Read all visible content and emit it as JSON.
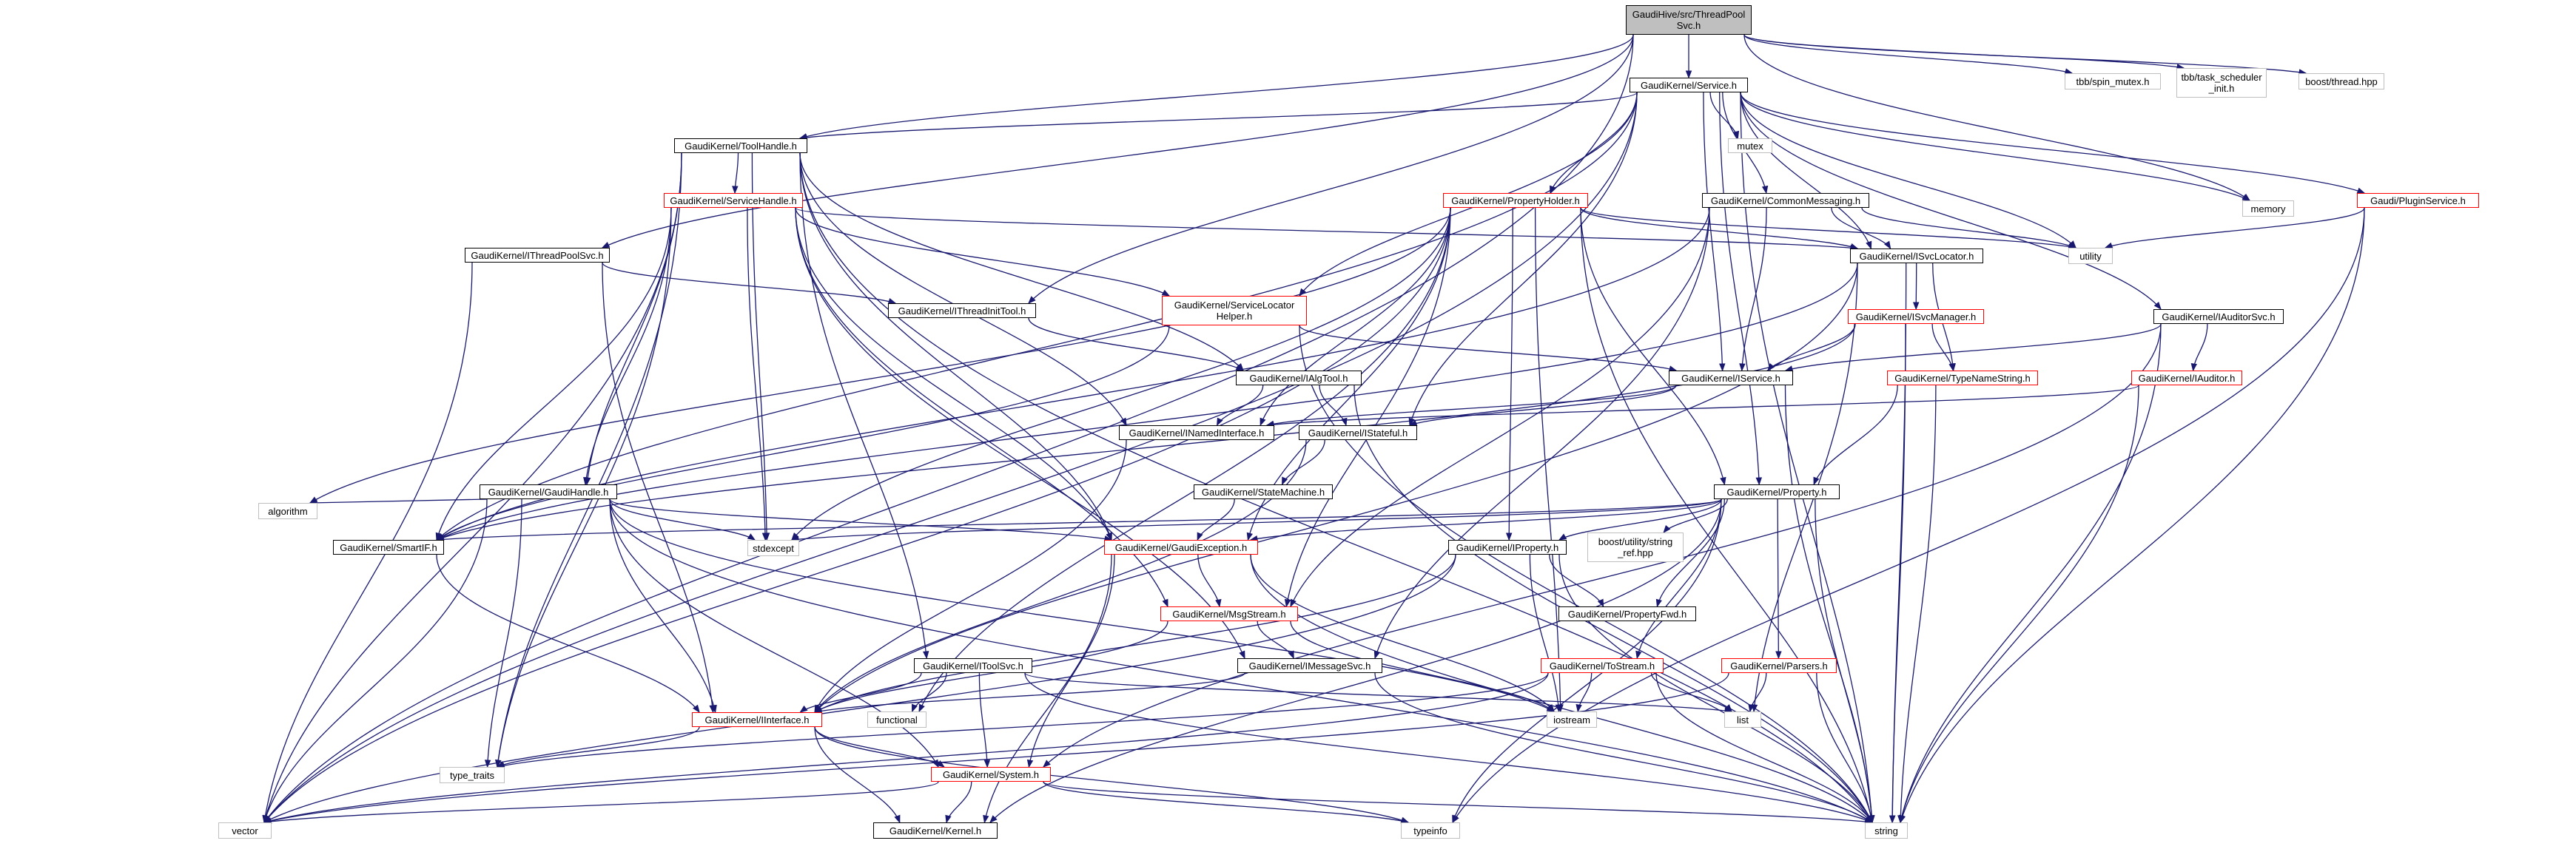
{
  "colors": {
    "edge": "#191970",
    "focus_fill": "#bfbfbf",
    "node_border": "#000000",
    "incomplete_border": "#ff0000",
    "external_border": "#bfbfbf"
  },
  "nodes": [
    {
      "id": "threadpool",
      "label": "GaudiHive/src/ThreadPool\nSvc.h",
      "style": "focus"
    },
    {
      "id": "service",
      "label": "GaudiKernel/Service.h",
      "style": "normal"
    },
    {
      "id": "tbb_spin",
      "label": "tbb/spin_mutex.h",
      "style": "external"
    },
    {
      "id": "tbb_task",
      "label": "tbb/task_scheduler\n_init.h",
      "style": "external"
    },
    {
      "id": "boost_thread",
      "label": "boost/thread.hpp",
      "style": "external"
    },
    {
      "id": "toolhandle",
      "label": "GaudiKernel/ToolHandle.h",
      "style": "normal"
    },
    {
      "id": "mutex",
      "label": "mutex",
      "style": "external"
    },
    {
      "id": "pluginservice",
      "label": "Gaudi/PluginService.h",
      "style": "incomplete"
    },
    {
      "id": "servicehandle",
      "label": "GaudiKernel/ServiceHandle.h",
      "style": "incomplete"
    },
    {
      "id": "propertyholder",
      "label": "GaudiKernel/PropertyHolder.h",
      "style": "incomplete"
    },
    {
      "id": "commonmessaging",
      "label": "GaudiKernel/CommonMessaging.h",
      "style": "normal"
    },
    {
      "id": "utility",
      "label": "utility",
      "style": "external"
    },
    {
      "id": "memory",
      "label": "memory",
      "style": "external"
    },
    {
      "id": "ithreadpoolsvc",
      "label": "GaudiKernel/IThreadPoolSvc.h",
      "style": "normal"
    },
    {
      "id": "isvclocator",
      "label": "GaudiKernel/ISvcLocator.h",
      "style": "normal"
    },
    {
      "id": "ithreadinittool",
      "label": "GaudiKernel/IThreadInitTool.h",
      "style": "normal"
    },
    {
      "id": "servicelocatorhelper",
      "label": "GaudiKernel/ServiceLocator\nHelper.h",
      "style": "incomplete"
    },
    {
      "id": "isvcmanager",
      "label": "GaudiKernel/ISvcManager.h",
      "style": "incomplete"
    },
    {
      "id": "iauditorsvc",
      "label": "GaudiKernel/IAuditorSvc.h",
      "style": "normal"
    },
    {
      "id": "ialgtool",
      "label": "GaudiKernel/IAlgTool.h",
      "style": "normal"
    },
    {
      "id": "iservice",
      "label": "GaudiKernel/IService.h",
      "style": "normal"
    },
    {
      "id": "typenamestring",
      "label": "GaudiKernel/TypeNameString.h",
      "style": "incomplete"
    },
    {
      "id": "iauditor",
      "label": "GaudiKernel/IAuditor.h",
      "style": "incomplete"
    },
    {
      "id": "inamedinterface",
      "label": "GaudiKernel/INamedInterface.h",
      "style": "normal"
    },
    {
      "id": "istateful",
      "label": "GaudiKernel/IStateful.h",
      "style": "normal"
    },
    {
      "id": "gaudihandle",
      "label": "GaudiKernel/GaudiHandle.h",
      "style": "normal"
    },
    {
      "id": "statemachine",
      "label": "GaudiKernel/StateMachine.h",
      "style": "normal"
    },
    {
      "id": "property",
      "label": "GaudiKernel/Property.h",
      "style": "normal"
    },
    {
      "id": "algorithm",
      "label": "algorithm",
      "style": "external"
    },
    {
      "id": "smartif",
      "label": "GaudiKernel/SmartIF.h",
      "style": "normal"
    },
    {
      "id": "stdexcept",
      "label": "stdexcept",
      "style": "external"
    },
    {
      "id": "gaudiexception",
      "label": "GaudiKernel/GaudiException.h",
      "style": "incomplete"
    },
    {
      "id": "iproperty",
      "label": "GaudiKernel/IProperty.h",
      "style": "normal"
    },
    {
      "id": "boost_string_ref",
      "label": "boost/utility/string\n_ref.hpp",
      "style": "external"
    },
    {
      "id": "msgstream",
      "label": "GaudiKernel/MsgStream.h",
      "style": "incomplete"
    },
    {
      "id": "propertyfwd",
      "label": "GaudiKernel/PropertyFwd.h",
      "style": "normal"
    },
    {
      "id": "itoolsvc",
      "label": "GaudiKernel/IToolSvc.h",
      "style": "normal"
    },
    {
      "id": "imessagesvc",
      "label": "GaudiKernel/IMessageSvc.h",
      "style": "normal"
    },
    {
      "id": "tostream",
      "label": "GaudiKernel/ToStream.h",
      "style": "incomplete"
    },
    {
      "id": "parsers",
      "label": "GaudiKernel/Parsers.h",
      "style": "incomplete"
    },
    {
      "id": "iostream",
      "label": "iostream",
      "style": "external"
    },
    {
      "id": "list",
      "label": "list",
      "style": "external"
    },
    {
      "id": "functional",
      "label": "functional",
      "style": "external"
    },
    {
      "id": "iinterface",
      "label": "GaudiKernel/IInterface.h",
      "style": "incomplete"
    },
    {
      "id": "type_traits",
      "label": "type_traits",
      "style": "external"
    },
    {
      "id": "system",
      "label": "GaudiKernel/System.h",
      "style": "incomplete"
    },
    {
      "id": "vector",
      "label": "vector",
      "style": "external"
    },
    {
      "id": "kernel",
      "label": "GaudiKernel/Kernel.h",
      "style": "normal"
    },
    {
      "id": "typeinfo",
      "label": "typeinfo",
      "style": "external"
    },
    {
      "id": "string",
      "label": "string",
      "style": "external"
    }
  ],
  "edges": [
    [
      "threadpool",
      "service"
    ],
    [
      "threadpool",
      "tbb_spin"
    ],
    [
      "threadpool",
      "tbb_task"
    ],
    [
      "threadpool",
      "boost_thread"
    ],
    [
      "threadpool",
      "toolhandle"
    ],
    [
      "threadpool",
      "ithreadpoolsvc"
    ],
    [
      "threadpool",
      "ithreadinittool"
    ],
    [
      "threadpool",
      "vector"
    ],
    [
      "threadpool",
      "memory"
    ],
    [
      "service",
      "toolhandle"
    ],
    [
      "service",
      "mutex"
    ],
    [
      "service",
      "pluginservice"
    ],
    [
      "service",
      "propertyholder"
    ],
    [
      "service",
      "commonmessaging"
    ],
    [
      "service",
      "isvclocator"
    ],
    [
      "service",
      "servicelocatorhelper"
    ],
    [
      "service",
      "iservice"
    ],
    [
      "service",
      "istateful"
    ],
    [
      "service",
      "iauditorsvc"
    ],
    [
      "service",
      "property"
    ],
    [
      "service",
      "smartif"
    ],
    [
      "service",
      "vector"
    ],
    [
      "service",
      "string"
    ],
    [
      "service",
      "utility"
    ],
    [
      "service",
      "memory"
    ],
    [
      "toolhandle",
      "servicehandle"
    ],
    [
      "toolhandle",
      "gaudihandle"
    ],
    [
      "toolhandle",
      "ialgtool"
    ],
    [
      "toolhandle",
      "inamedinterface"
    ],
    [
      "toolhandle",
      "itoolsvc"
    ],
    [
      "toolhandle",
      "gaudiexception"
    ],
    [
      "toolhandle",
      "stdexcept"
    ],
    [
      "toolhandle",
      "type_traits"
    ],
    [
      "toolhandle",
      "vector"
    ],
    [
      "toolhandle",
      "string"
    ],
    [
      "pluginservice",
      "utility"
    ],
    [
      "pluginservice",
      "string"
    ],
    [
      "pluginservice",
      "typeinfo"
    ],
    [
      "servicehandle",
      "servicelocatorhelper"
    ],
    [
      "servicehandle",
      "isvclocator"
    ],
    [
      "servicehandle",
      "gaudihandle"
    ],
    [
      "servicehandle",
      "gaudiexception"
    ],
    [
      "servicehandle",
      "msgstream"
    ],
    [
      "servicehandle",
      "imessagesvc"
    ],
    [
      "servicehandle",
      "stdexcept"
    ],
    [
      "servicehandle",
      "smartif"
    ],
    [
      "servicehandle",
      "type_traits"
    ],
    [
      "propertyholder",
      "isvclocator"
    ],
    [
      "propertyholder",
      "iproperty"
    ],
    [
      "propertyholder",
      "property"
    ],
    [
      "propertyholder",
      "msgstream"
    ],
    [
      "propertyholder",
      "gaudiexception"
    ],
    [
      "propertyholder",
      "inamedinterface"
    ],
    [
      "propertyholder",
      "algorithm"
    ],
    [
      "propertyholder",
      "stdexcept"
    ],
    [
      "propertyholder",
      "functional"
    ],
    [
      "propertyholder",
      "vector"
    ],
    [
      "propertyholder",
      "string"
    ],
    [
      "propertyholder",
      "utility"
    ],
    [
      "propertyholder",
      "iostream"
    ],
    [
      "commonmessaging",
      "isvclocator"
    ],
    [
      "commonmessaging",
      "iservice"
    ],
    [
      "commonmessaging",
      "msgstream"
    ],
    [
      "commonmessaging",
      "imessagesvc"
    ],
    [
      "commonmessaging",
      "smartif"
    ],
    [
      "commonmessaging",
      "utility"
    ],
    [
      "ithreadpoolsvc",
      "ithreadinittool"
    ],
    [
      "ithreadpoolsvc",
      "iinterface"
    ],
    [
      "ithreadpoolsvc",
      "vector"
    ],
    [
      "isvclocator",
      "isvcmanager"
    ],
    [
      "isvclocator",
      "typenamestring"
    ],
    [
      "isvclocator",
      "iinterface"
    ],
    [
      "isvclocator",
      "smartif"
    ],
    [
      "isvclocator",
      "string"
    ],
    [
      "isvclocator",
      "list"
    ],
    [
      "ithreadinittool",
      "ialgtool"
    ],
    [
      "servicelocatorhelper",
      "iservice"
    ],
    [
      "servicelocatorhelper",
      "smartif"
    ],
    [
      "servicelocatorhelper",
      "string"
    ],
    [
      "isvcmanager",
      "iservice"
    ],
    [
      "isvcmanager",
      "typenamestring"
    ],
    [
      "isvcmanager",
      "smartif"
    ],
    [
      "isvcmanager",
      "string"
    ],
    [
      "iauditorsvc",
      "iauditor"
    ],
    [
      "iauditorsvc",
      "iservice"
    ],
    [
      "iauditorsvc",
      "string"
    ],
    [
      "iauditorsvc",
      "system"
    ],
    [
      "ialgtool",
      "inamedinterface"
    ],
    [
      "ialgtool",
      "istateful"
    ],
    [
      "ialgtool",
      "string"
    ],
    [
      "iservice",
      "inamedinterface"
    ],
    [
      "iservice",
      "istateful"
    ],
    [
      "iservice",
      "string"
    ],
    [
      "typenamestring",
      "property"
    ],
    [
      "typenamestring",
      "string"
    ],
    [
      "iauditor",
      "inamedinterface"
    ],
    [
      "iauditor",
      "string"
    ],
    [
      "inamedinterface",
      "iinterface"
    ],
    [
      "istateful",
      "statemachine"
    ],
    [
      "istateful",
      "iinterface"
    ],
    [
      "gaudihandle",
      "gaudiexception"
    ],
    [
      "gaudihandle",
      "iinterface"
    ],
    [
      "gaudihandle",
      "system"
    ],
    [
      "gaudihandle",
      "algorithm"
    ],
    [
      "gaudihandle",
      "stdexcept"
    ],
    [
      "gaudihandle",
      "string"
    ],
    [
      "gaudihandle",
      "type_traits"
    ],
    [
      "gaudihandle",
      "vector"
    ],
    [
      "gaudihandle",
      "iostream"
    ],
    [
      "statemachine",
      "gaudiexception"
    ],
    [
      "property",
      "iproperty"
    ],
    [
      "property",
      "propertyfwd"
    ],
    [
      "property",
      "tostream"
    ],
    [
      "property",
      "parsers"
    ],
    [
      "property",
      "smartif"
    ],
    [
      "property",
      "gaudiexception"
    ],
    [
      "property",
      "boost_string_ref"
    ],
    [
      "property",
      "stdexcept"
    ],
    [
      "property",
      "string"
    ],
    [
      "property",
      "typeinfo"
    ],
    [
      "property",
      "kernel"
    ],
    [
      "smartif",
      "iinterface"
    ],
    [
      "gaudiexception",
      "msgstream"
    ],
    [
      "gaudiexception",
      "system"
    ],
    [
      "gaudiexception",
      "kernel"
    ],
    [
      "gaudiexception",
      "string"
    ],
    [
      "gaudiexception",
      "iostream"
    ],
    [
      "iproperty",
      "propertyfwd"
    ],
    [
      "iproperty",
      "iinterface"
    ],
    [
      "iproperty",
      "vector"
    ],
    [
      "iproperty",
      "string"
    ],
    [
      "iproperty",
      "iostream"
    ],
    [
      "msgstream",
      "imessagesvc"
    ],
    [
      "msgstream",
      "iinterface"
    ],
    [
      "msgstream",
      "iostream"
    ],
    [
      "itoolsvc",
      "system"
    ],
    [
      "itoolsvc",
      "iinterface"
    ],
    [
      "itoolsvc",
      "functional"
    ],
    [
      "itoolsvc",
      "list"
    ],
    [
      "itoolsvc",
      "string"
    ],
    [
      "imessagesvc",
      "iinterface"
    ],
    [
      "imessagesvc",
      "string"
    ],
    [
      "tostream",
      "iostream"
    ],
    [
      "tostream",
      "list"
    ],
    [
      "tostream",
      "string"
    ],
    [
      "tostream",
      "type_traits"
    ],
    [
      "tostream",
      "vector"
    ],
    [
      "parsers",
      "list"
    ],
    [
      "parsers",
      "string"
    ],
    [
      "parsers",
      "vector"
    ],
    [
      "iinterface",
      "system"
    ],
    [
      "iinterface",
      "kernel"
    ],
    [
      "iinterface",
      "typeinfo"
    ],
    [
      "iinterface",
      "type_traits"
    ],
    [
      "system",
      "kernel"
    ],
    [
      "system",
      "string"
    ],
    [
      "system",
      "typeinfo"
    ],
    [
      "system",
      "vector"
    ]
  ]
}
